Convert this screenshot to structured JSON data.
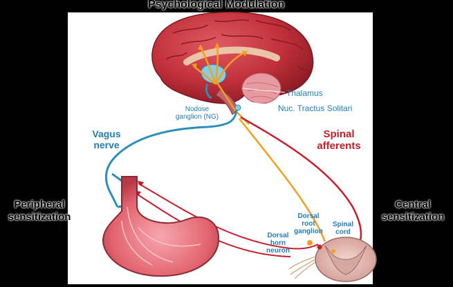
{
  "title": "Psychological Modulation",
  "labels": {
    "thalamus": "Thalamus",
    "nts": "Nuc. Tractus Solitari",
    "nodose_line1": "Nodose",
    "nodose_line2": "ganglion (NG)",
    "vagus_line1": "Vagus",
    "vagus_line2": "nerve",
    "spinal_line1": "Spinal",
    "spinal_line2": "afferents",
    "peripheral_line1": "Peripheral",
    "peripheral_line2": "sensitization",
    "central_line1": "Central",
    "central_line2": "sensitization",
    "dorsal_horn_line1": "Dorsal",
    "dorsal_horn_line2": "horn",
    "dorsal_horn_line3": "neuron",
    "drg_line1": "Dorsal",
    "drg_line2": "root",
    "drg_line3": "ganglion",
    "cord_line1": "Spinal",
    "cord_line2": "cord"
  },
  "colors": {
    "background": "#000000",
    "panel": "#ffffff",
    "brain": "#c0303a",
    "vagus": "#2a8fb8",
    "spinal": "#c41e2a",
    "orange": "#f0a020",
    "label_blue": "#1f7fb3",
    "label_red": "#c41e2a"
  },
  "icons": [
    "brain-illustration",
    "stomach-illustration",
    "spinal-cord-illustration"
  ]
}
